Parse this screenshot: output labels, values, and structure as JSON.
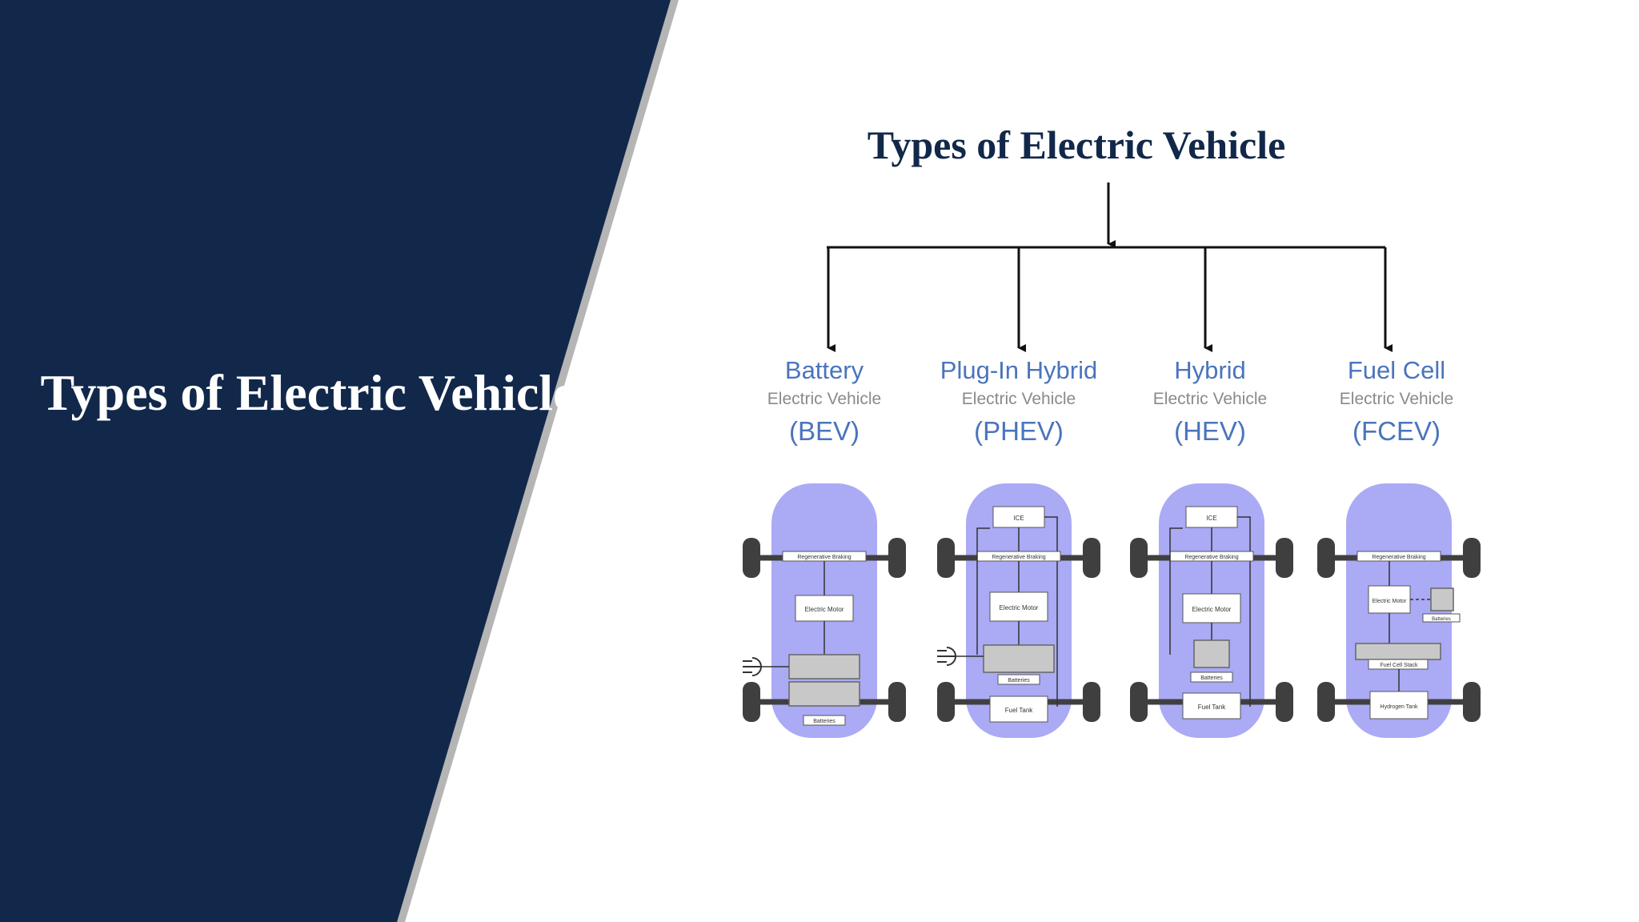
{
  "slide": {
    "left_title": "Types of Electric Vehicle",
    "diagram_title": "Types of Electric Vehicle"
  },
  "colors": {
    "navy_panel": "#12284a",
    "gray_edge": "#b5b5b5",
    "car_body": "#aaaaf5",
    "label_blue": "#4a74bd",
    "label_gray": "#8a8a8a"
  },
  "vehicle_types": [
    {
      "name": "Battery",
      "subtitle": "Electric Vehicle",
      "abbr": "(BEV)",
      "components": [
        "Regenerative Braking",
        "Electric Motor",
        "Batteries"
      ],
      "plug": true
    },
    {
      "name": "Plug-In Hybrid",
      "subtitle": "Electric Vehicle",
      "abbr": "(PHEV)",
      "components": [
        "ICE",
        "Regenerative Braking",
        "Electric Motor",
        "Batteries",
        "Fuel Tank"
      ],
      "plug": true
    },
    {
      "name": "Hybrid",
      "subtitle": "Electric Vehicle",
      "abbr": "(HEV)",
      "components": [
        "ICE",
        "Regenerative Braking",
        "Electric Motor",
        "Batteries",
        "Fuel Tank"
      ],
      "plug": false
    },
    {
      "name": "Fuel Cell",
      "subtitle": "Electric Vehicle",
      "abbr": "(FCEV)",
      "components": [
        "Regenerative Braking",
        "Electric Motor",
        "Batteries",
        "Fuel Cell Stack",
        "Hydrogen Tank"
      ],
      "plug": false
    }
  ]
}
